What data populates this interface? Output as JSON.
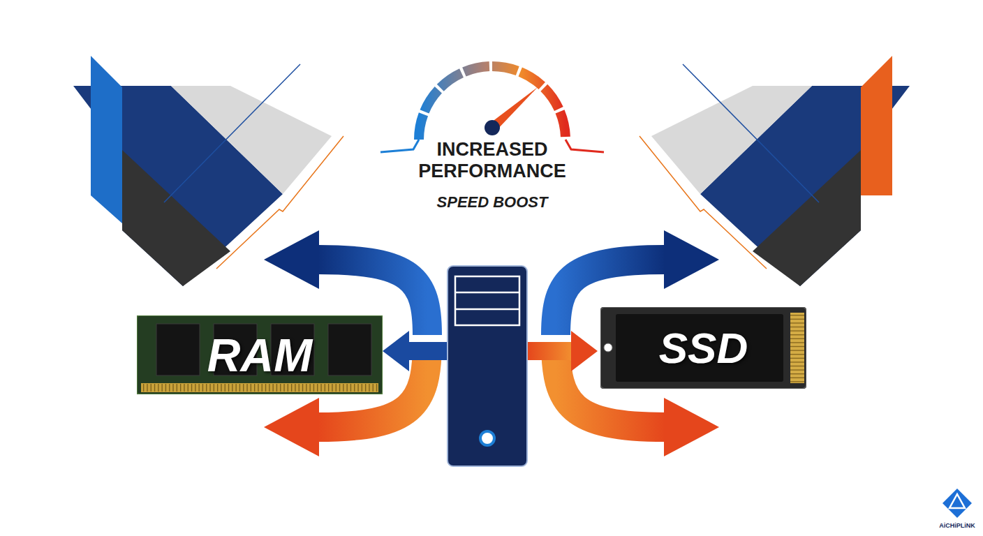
{
  "diagram": {
    "title": "INCREASED PERFORMANCE",
    "nodes": [
      {
        "text": [
          "RAM"
        ]
      },
      {
        "text": [
          "SSD"
        ]
      }
    ],
    "labels": [
      "SPEED BOOST",
      "AiCHiPLiNK"
    ]
  }
}
